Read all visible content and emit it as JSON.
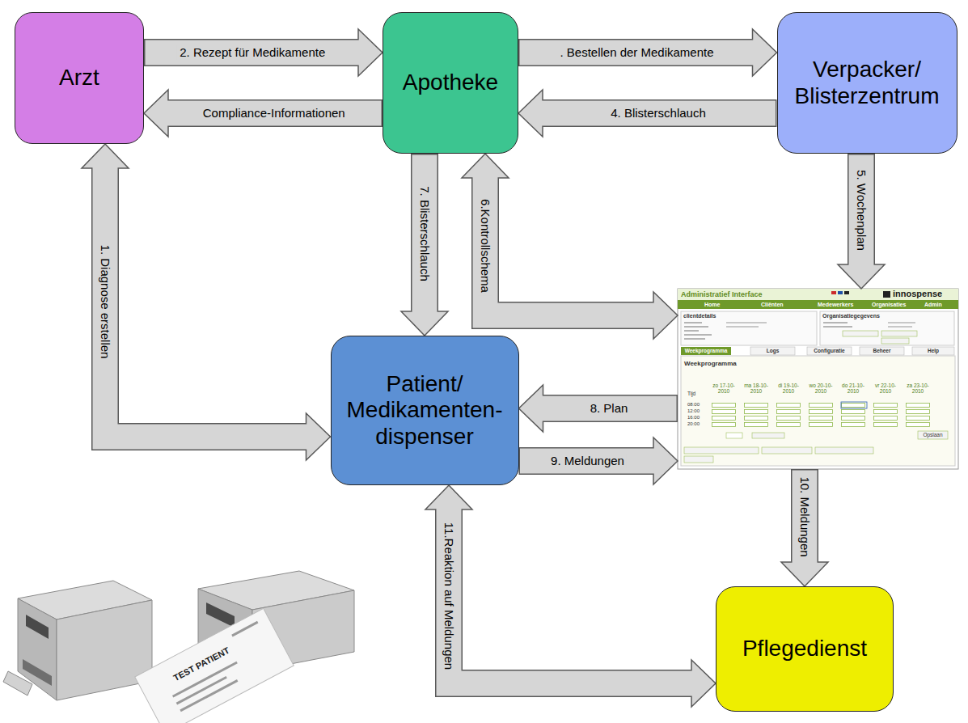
{
  "diagram": {
    "nodes": [
      {
        "text": [
          "Arzt"
        ]
      },
      {
        "text": [
          "Apotheke"
        ]
      },
      {
        "text": [
          "Verpacker/ Blisterzentrum"
        ]
      },
      {
        "text": [
          "Patient/ Medikamenten- dispenser"
        ]
      },
      {
        "text": [
          "Administratief Interface",
          "innospense",
          "Home",
          "Cliënten",
          "Medewerkers",
          "Organisaties",
          "Admin",
          "clientdetails",
          "Organisatiegegevens",
          "Weekprogramma",
          "Logs",
          "Configuratie",
          "Beheer",
          "Help",
          "Weekprogramma",
          "Tijd",
          "zo 17-10-2010",
          "ma 18-10-2010",
          "di 19-10-2010",
          "wo 20-10-2010",
          "do 21-10-2010",
          "vr 22-10-2010",
          "za 23-10-2010",
          "08:00",
          "12:00",
          "16:00",
          "20:00",
          "Opslaan"
        ]
      },
      {
        "text": [
          "Pflegedienst"
        ]
      }
    ],
    "edges": [
      {
        "from": 0,
        "to": 3,
        "label": "1. Diagnose erstellen",
        "arrow": "both"
      },
      {
        "from": 0,
        "to": 1,
        "label": "2. Rezept für Medikamente",
        "arrow": "to"
      },
      {
        "from": 1,
        "to": 0,
        "label": "Compliance-Informationen",
        "arrow": "to"
      },
      {
        "from": 1,
        "to": 2,
        "label": ". Bestellen der Medikamente",
        "arrow": "to"
      },
      {
        "from": 2,
        "to": 1,
        "label": "4. Blisterschlauch",
        "arrow": "to"
      },
      {
        "from": 2,
        "to": 4,
        "label": "5. Wochenplan",
        "arrow": "to"
      },
      {
        "from": 1,
        "to": 4,
        "label": "6.Kontrollschema",
        "arrow": "both"
      },
      {
        "from": 1,
        "to": 3,
        "label": "7. Blisterschlauch",
        "arrow": "to"
      },
      {
        "from": 4,
        "to": 3,
        "label": "8. Plan",
        "arrow": "to"
      },
      {
        "from": 3,
        "to": 4,
        "label": "9. Meldungen",
        "arrow": "to"
      },
      {
        "from": 4,
        "to": 5,
        "label": "10. Meldungen",
        "arrow": "to"
      },
      {
        "from": 3,
        "to": 5,
        "label": "11.Reaktion auf Meldungen",
        "arrow": "both"
      }
    ],
    "labels": [
      "TEST PATIENT"
    ]
  }
}
